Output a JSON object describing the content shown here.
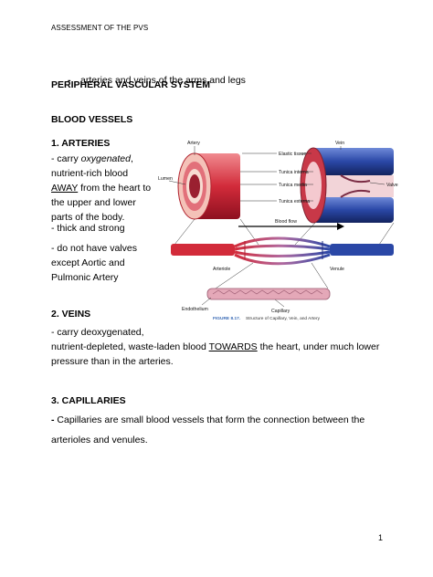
{
  "header": "ASSESSMENT OF THE PVS",
  "title": "PERIPHERAL VASCULAR SYSTEM",
  "bullet": {
    "dash": "-",
    "text": "arteries and veins of the arms and legs"
  },
  "section_blood_vessels": "BLOOD VESSELS",
  "arteries": {
    "heading": "1. ARTERIES",
    "line1_prefix": "- carry ",
    "line1_italic": "oxygenated",
    "line1_suffix": ",",
    "line2": "nutrient-rich blood",
    "line3_underlined": "AWAY",
    "line3_rest": " from the heart to",
    "line4": "the upper and lower",
    "line5": "parts of the body.",
    "point2": "- thick and strong",
    "point3_line1": "- do not have valves",
    "point3_line2": "except Aortic and",
    "point3_line3": "Pulmonic Artery"
  },
  "veins": {
    "heading": "2. VEINS",
    "line1": "- carry deoxygenated,",
    "line2_prefix": "nutrient-depleted, waste-laden blood ",
    "line2_underlined": "TOWARDS",
    "line2_suffix": " the heart, under much lower",
    "line3": "pressure than in the arteries."
  },
  "capillaries": {
    "heading": "3. CAPILLARIES",
    "dash": "-",
    "line1": " Capillaries are small blood vessels that form the connection between the",
    "line2": "arterioles and venules."
  },
  "figure": {
    "label_artery": "Artery",
    "label_vein": "Vein",
    "label_elastic": "Elastic tissue",
    "label_intima": "Tunica interna",
    "label_media": "Tunica media",
    "label_externa": "Tunica externa",
    "label_lumen": "Lumen",
    "label_valve": "Valve",
    "label_flow": "Blood flow",
    "label_arteriole": "Arteriole",
    "label_venule": "Venule",
    "label_endothelium": "Endothelium",
    "label_capillary": "Capillary",
    "caption_num": "FIGURE 8.17.",
    "caption_text": "Structure of Capillary, Vein, and Artery",
    "colors": {
      "artery": "#d22b3a",
      "vein": "#2a47a6",
      "capillary": "#e4a8b8"
    }
  },
  "page_number": "1"
}
